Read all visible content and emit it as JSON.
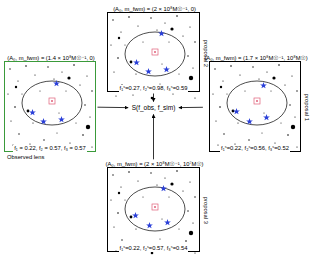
{
  "diagram": {
    "nodes": [
      {
        "text": [
          "(A₀, m_fwm) = (2 × 10⁸M☉⁻¹, 0)",
          "f₁ˢ=0.27, f₂ˢ=0.98, f₃ˢ=0.59",
          "proposal 2"
        ]
      },
      {
        "text": [
          "(A₀, m_fwm) = (1.4 × 10⁸M☉⁻¹, 0)",
          "f₁ = 0.22, f₂ = 0.57, f₃ = 0.57",
          "Observed lens"
        ]
      },
      {
        "text": [
          "S(f_obs, f_sim)"
        ]
      },
      {
        "text": [
          "(A₀, m_fwm) = (1.7 × 10⁸M☉⁻¹, 10⁸M☉)",
          "f₁ˢ=0.22, f₂ˢ=0.56, f₃ˢ=0.52",
          "proposal 1"
        ]
      },
      {
        "text": [
          "(A₀, m_fwm) = (2 × 10⁸M☉⁻¹, 10⁷M☉)",
          "f₁ˢ=0.22, f₂ˢ=0.57, f₃ˢ=0.54",
          "proposal 3"
        ]
      }
    ],
    "edges": [
      {
        "from": 0,
        "to": 2,
        "arrow": "to"
      },
      {
        "from": 1,
        "to": 2,
        "arrow": "to"
      },
      {
        "from": 3,
        "to": 2,
        "arrow": "to"
      },
      {
        "from": 4,
        "to": 2,
        "arrow": "to"
      }
    ]
  }
}
